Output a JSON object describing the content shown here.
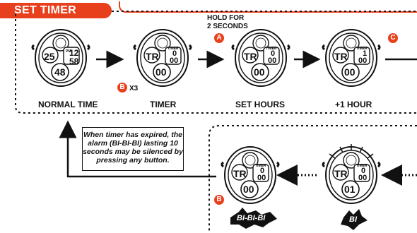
{
  "header": {
    "title": "SET TIMER"
  },
  "watches": [
    {
      "caption": "NORMAL TIME",
      "left": "25",
      "right_top": "12",
      "right_bottom": "58",
      "bottom": "48",
      "tag": "",
      "pm": "PM"
    },
    {
      "caption": "TIMER",
      "left": "TR",
      "right_top": "0",
      "right_bottom": "00",
      "bottom": "00",
      "tag": "TIMER",
      "pm": ""
    },
    {
      "caption": "SET HOURS",
      "left": "TR",
      "right_top": "0",
      "right_bottom": "00",
      "bottom": "00",
      "tag": "TIMER",
      "pm": ""
    },
    {
      "caption": "+1  HOUR",
      "left": "TR",
      "right_top": "1",
      "right_bottom": "00",
      "bottom": "00",
      "tag": "TIMER",
      "pm": ""
    },
    {
      "caption": "",
      "left": "TR",
      "right_top": "0",
      "right_bottom": "00",
      "bottom": "00",
      "tag": "TIMER",
      "pm": ""
    },
    {
      "caption": "",
      "left": "TR",
      "right_top": "0",
      "right_bottom": "00",
      "bottom": "01",
      "tag": "TIMER",
      "pm": ""
    }
  ],
  "annotations": {
    "hold": "HOLD FOR\n2 SECONDS",
    "x3": "X3",
    "note": "When timer has expired, the alarm (BI-BI-BI) lasting 10 seconds may be silenced by pressing any button.",
    "beep_long": "BI-BI-BI",
    "beep_short": "BI"
  },
  "buttons": {
    "a": "A",
    "b": "B",
    "c": "C"
  },
  "colors": {
    "accent": "#e8401c",
    "ink": "#111111"
  }
}
